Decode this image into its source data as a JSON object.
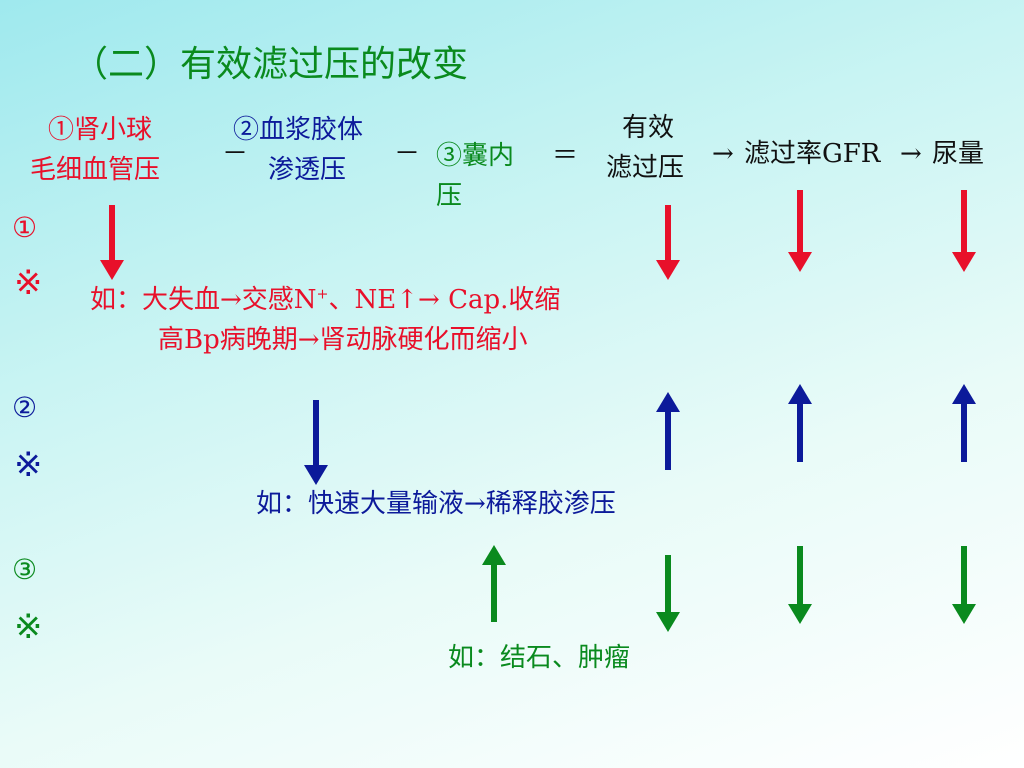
{
  "title": "（二）有效滤过压的改变",
  "header": {
    "glomerular_1": "①肾小球",
    "glomerular_2": "毛细血管压",
    "minus_1": "－",
    "plasma_1": "②血浆胶体",
    "plasma_2": "渗透压",
    "minus_2": "－",
    "capsule_1": "③囊内",
    "capsule_2": "压",
    "equals": "＝",
    "effective_1": "有效",
    "effective_2": "滤过压",
    "gfr_arrow": "→",
    "gfr": "滤过率GFR",
    "urine_arrow": "→",
    "urine": "尿量"
  },
  "rows": [
    {
      "num": "①",
      "mark": "※",
      "example_1a": "如：大失血→交感N",
      "example_1sup": "+",
      "example_1b": "、NE↑→ Cap.收缩",
      "example_2": "高Bp病晚期→肾动脉硬化而缩小"
    },
    {
      "num": "②",
      "mark": "※",
      "example_1": "如：快速大量输液→稀释胶渗压"
    },
    {
      "num": "③",
      "mark": "※",
      "example_1": "如：结石、肿瘤"
    }
  ],
  "arrows": [
    {
      "row": 1,
      "column": "glomerular",
      "direction": "down",
      "color": "#e8102a"
    },
    {
      "row": 1,
      "column": "effective",
      "direction": "down",
      "color": "#e8102a"
    },
    {
      "row": 1,
      "column": "gfr",
      "direction": "down",
      "color": "#e8102a"
    },
    {
      "row": 1,
      "column": "urine",
      "direction": "down",
      "color": "#e8102a"
    },
    {
      "row": 2,
      "column": "plasma",
      "direction": "down",
      "color": "#0c1a9a"
    },
    {
      "row": 2,
      "column": "effective",
      "direction": "up",
      "color": "#0c1a9a"
    },
    {
      "row": 2,
      "column": "gfr",
      "direction": "up",
      "color": "#0c1a9a"
    },
    {
      "row": 2,
      "column": "urine",
      "direction": "up",
      "color": "#0c1a9a"
    },
    {
      "row": 3,
      "column": "capsule",
      "direction": "up",
      "color": "#0a8a1e"
    },
    {
      "row": 3,
      "column": "effective",
      "direction": "down",
      "color": "#0a8a1e"
    },
    {
      "row": 3,
      "column": "gfr",
      "direction": "down",
      "color": "#0a8a1e"
    },
    {
      "row": 3,
      "column": "urine",
      "direction": "down",
      "color": "#0a8a1e"
    }
  ]
}
